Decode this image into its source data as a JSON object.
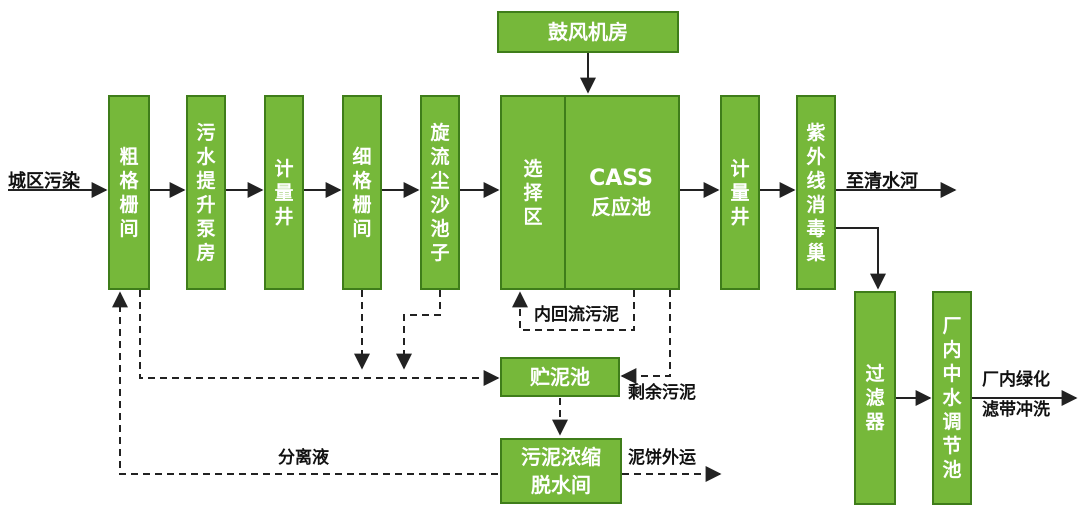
{
  "boxes": {
    "blower": "鼓风机房",
    "coarse_screen": "粗格栅间",
    "lift_pump": "污水提升泵房",
    "meter_well_1": "计量井",
    "fine_screen": "细格栅间",
    "grit_chamber": "旋流尘沙池子",
    "selector": "选择区",
    "cass_en": "CASS",
    "cass_cn": "反应池",
    "meter_well_2": "计量井",
    "uv": "紫外线消毒巢",
    "filter": "过滤器",
    "reuse_tank": "厂内中水调节池",
    "sludge_tank": "贮泥池",
    "dewater_line1": "污泥浓缩",
    "dewater_line2": "脱水间"
  },
  "labels": {
    "inflow": "城区污染",
    "to_river": "至清水河",
    "internal_return": "内回流污泥",
    "excess_sludge": "剩余污泥",
    "supernatant": "分离液",
    "cake_out": "泥饼外运",
    "green_line1": "厂内绿化",
    "green_line2": "滤带冲洗"
  },
  "colors": {
    "box_fill": "#76b83a",
    "box_border": "#3f7d1a",
    "line": "#222222"
  }
}
